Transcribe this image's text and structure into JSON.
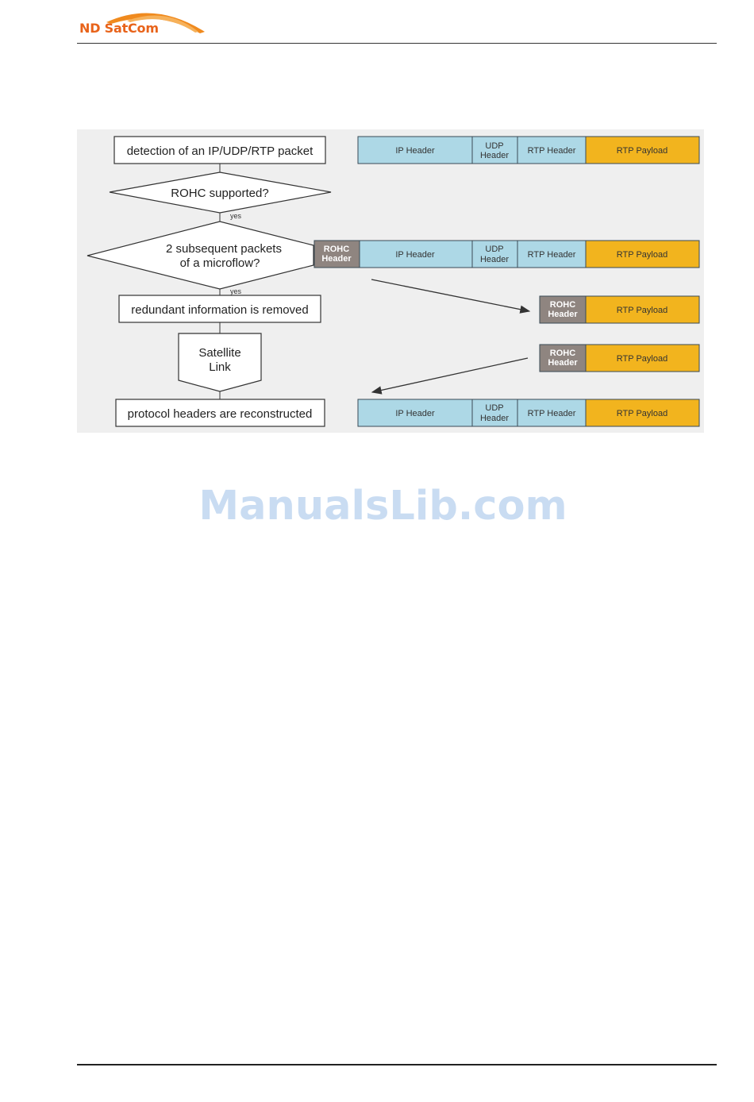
{
  "brand": {
    "logo_text": "ND SatCom"
  },
  "flowchart": {
    "step_detect": "detection of an IP/UDP/RTP packet",
    "decision_rohc_line1": "ROHC supported?",
    "yes_1": "yes",
    "decision_subsequent_line1": "2 subsequent packets",
    "decision_subsequent_line2": "of a microflow?",
    "yes_2": "yes",
    "step_remove": "redundant information is removed",
    "satellite_line1": "Satellite",
    "satellite_line2": "Link",
    "step_reconstruct": "protocol headers are reconstructed"
  },
  "packets": {
    "ip_header": "IP Header",
    "udp_header_line1": "UDP",
    "udp_header_line2": "Header",
    "rtp_header": "RTP Header",
    "rtp_payload": "RTP Payload",
    "rohc_header_line1": "ROHC",
    "rohc_header_line2": "Header"
  },
  "colors": {
    "header_blue": "#add8e6",
    "payload_orange": "#f2b41e",
    "rohc_gray": "#8f8580"
  },
  "watermark": "ManualsLib.com"
}
